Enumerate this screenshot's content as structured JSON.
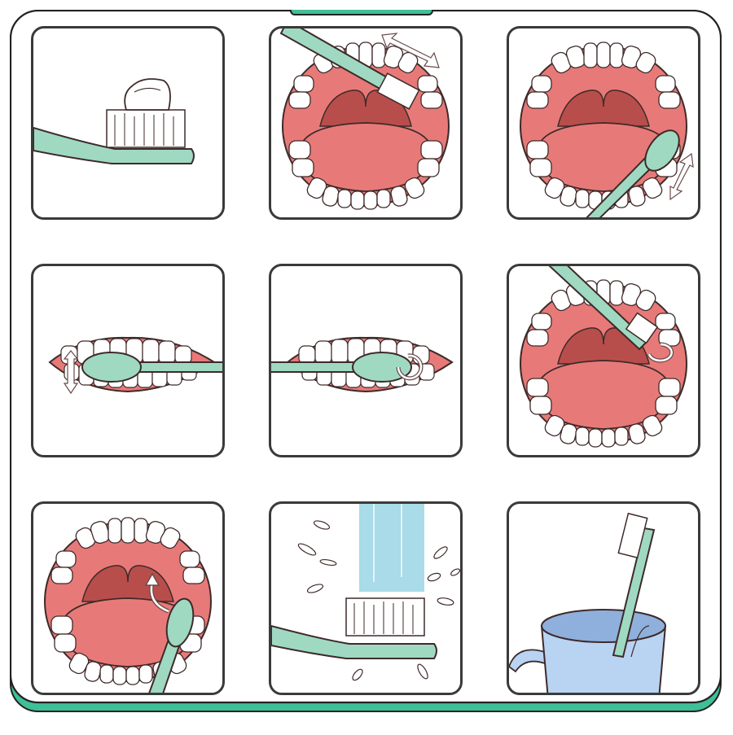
{
  "colors": {
    "brush": "#9fd9c2",
    "brush_stroke": "#3e2a2a",
    "gum": "#e77a78",
    "gum_dark": "#b84e4b",
    "palate": "#b84e4b",
    "tongue": "#e77a78",
    "tooth": "#ffffff",
    "water": "#a9dbe8",
    "cup": "#b9d3f3",
    "cup_inner": "#8fb0dc",
    "frame_accent": "#3fbf97",
    "frame": "#222222",
    "panel_border": "#3a3a3a"
  },
  "steps": [
    {
      "id": 1,
      "icon": "toothbrush-with-paste-icon"
    },
    {
      "id": 2,
      "icon": "brush-upper-outer-teeth-icon"
    },
    {
      "id": 3,
      "icon": "brush-lower-outer-teeth-icon"
    },
    {
      "id": 4,
      "icon": "brush-front-teeth-vertical-icon"
    },
    {
      "id": 5,
      "icon": "brush-front-teeth-circular-icon"
    },
    {
      "id": 6,
      "icon": "brush-inner-teeth-circular-icon"
    },
    {
      "id": 7,
      "icon": "brush-tongue-icon"
    },
    {
      "id": 8,
      "icon": "rinse-toothbrush-icon"
    },
    {
      "id": 9,
      "icon": "toothbrush-in-cup-icon"
    }
  ]
}
